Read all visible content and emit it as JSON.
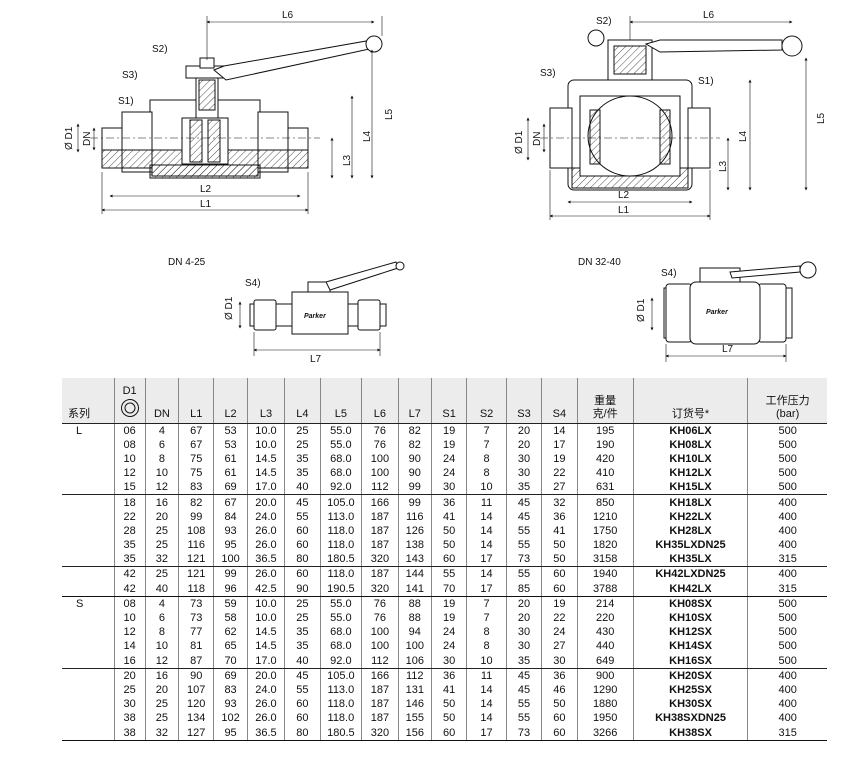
{
  "drawing_labels": {
    "left_top": {
      "L6": "L6",
      "S2": "S2)",
      "S3": "S3)",
      "S1": "S1)",
      "D1": "Ø D1",
      "DN": "DN",
      "L5": "L5",
      "L4": "L4",
      "L3": "L3",
      "L2": "L2",
      "L1": "L1"
    },
    "right_top": {
      "L6": "L6",
      "S2": "S2)",
      "S3": "S3)",
      "S1": "S1)",
      "D1": "Ø D1",
      "DN": "DN",
      "L5": "L5",
      "L4": "L4",
      "L3": "L3",
      "L2": "L2",
      "L1": "L1"
    },
    "small_left": {
      "S4": "S4)",
      "D1": "Ø D1",
      "L7": "L7",
      "brand": "Parker"
    },
    "small_right": {
      "S4": "S4)",
      "D1": "Ø D1",
      "L7": "L7",
      "brand": "Parker"
    }
  },
  "captions": {
    "dn_small": "DN 4-25",
    "dn_large": "DN 32-40"
  },
  "table": {
    "headers": {
      "series": "系列",
      "d1": "D1",
      "dn": "DN",
      "l1": "L1",
      "l2": "L2",
      "l3": "L3",
      "l4": "L4",
      "l5": "L5",
      "l6": "L6",
      "l7": "L7",
      "s1": "S1",
      "s2": "S2",
      "s3": "S3",
      "s4": "S4",
      "weight_line1": "重量",
      "weight_line2": "克/件",
      "order": "订货号*",
      "pressure_line1": "工作压力",
      "pressure_line2": "(bar)"
    },
    "groups": [
      {
        "series": "L",
        "rows": [
          [
            "06",
            "4",
            "67",
            "53",
            "10.0",
            "25",
            "55.0",
            "76",
            "82",
            "19",
            "7",
            "20",
            "14",
            "195",
            "KH06LX",
            "500"
          ],
          [
            "08",
            "6",
            "67",
            "53",
            "10.0",
            "25",
            "55.0",
            "76",
            "82",
            "19",
            "7",
            "20",
            "17",
            "190",
            "KH08LX",
            "500"
          ],
          [
            "10",
            "8",
            "75",
            "61",
            "14.5",
            "35",
            "68.0",
            "100",
            "90",
            "24",
            "8",
            "30",
            "19",
            "420",
            "KH10LX",
            "500"
          ],
          [
            "12",
            "10",
            "75",
            "61",
            "14.5",
            "35",
            "68.0",
            "100",
            "90",
            "24",
            "8",
            "30",
            "22",
            "410",
            "KH12LX",
            "500"
          ],
          [
            "15",
            "12",
            "83",
            "69",
            "17.0",
            "40",
            "92.0",
            "112",
            "99",
            "30",
            "10",
            "35",
            "27",
            "631",
            "KH15LX",
            "500"
          ]
        ]
      },
      {
        "series": "",
        "rows": [
          [
            "18",
            "16",
            "82",
            "67",
            "20.0",
            "45",
            "105.0",
            "166",
            "99",
            "36",
            "11",
            "45",
            "32",
            "850",
            "KH18LX",
            "400"
          ],
          [
            "22",
            "20",
            "99",
            "84",
            "24.0",
            "55",
            "113.0",
            "187",
            "116",
            "41",
            "14",
            "45",
            "36",
            "1210",
            "KH22LX",
            "400"
          ],
          [
            "28",
            "25",
            "108",
            "93",
            "26.0",
            "60",
            "118.0",
            "187",
            "126",
            "50",
            "14",
            "55",
            "41",
            "1750",
            "KH28LX",
            "400"
          ],
          [
            "35",
            "25",
            "116",
            "95",
            "26.0",
            "60",
            "118.0",
            "187",
            "138",
            "50",
            "14",
            "55",
            "50",
            "1820",
            "KH35LXDN25",
            "400"
          ],
          [
            "35",
            "32",
            "121",
            "100",
            "36.5",
            "80",
            "180.5",
            "320",
            "143",
            "60",
            "17",
            "73",
            "50",
            "3158",
            "KH35LX",
            "315"
          ]
        ]
      },
      {
        "series": "",
        "rows": [
          [
            "42",
            "25",
            "121",
            "99",
            "26.0",
            "60",
            "118.0",
            "187",
            "144",
            "55",
            "14",
            "55",
            "60",
            "1940",
            "KH42LXDN25",
            "400"
          ],
          [
            "42",
            "40",
            "118",
            "96",
            "42.5",
            "90",
            "190.5",
            "320",
            "141",
            "70",
            "17",
            "85",
            "60",
            "3788",
            "KH42LX",
            "315"
          ]
        ]
      },
      {
        "series": "S",
        "rows": [
          [
            "08",
            "4",
            "73",
            "59",
            "10.0",
            "25",
            "55.0",
            "76",
            "88",
            "19",
            "7",
            "20",
            "19",
            "214",
            "KH08SX",
            "500"
          ],
          [
            "10",
            "6",
            "73",
            "58",
            "10.0",
            "25",
            "55.0",
            "76",
            "88",
            "19",
            "7",
            "20",
            "22",
            "220",
            "KH10SX",
            "500"
          ],
          [
            "12",
            "8",
            "77",
            "62",
            "14.5",
            "35",
            "68.0",
            "100",
            "94",
            "24",
            "8",
            "30",
            "24",
            "430",
            "KH12SX",
            "500"
          ],
          [
            "14",
            "10",
            "81",
            "65",
            "14.5",
            "35",
            "68.0",
            "100",
            "100",
            "24",
            "8",
            "30",
            "27",
            "440",
            "KH14SX",
            "500"
          ],
          [
            "16",
            "12",
            "87",
            "70",
            "17.0",
            "40",
            "92.0",
            "112",
            "106",
            "30",
            "10",
            "35",
            "30",
            "649",
            "KH16SX",
            "500"
          ]
        ]
      },
      {
        "series": "",
        "rows": [
          [
            "20",
            "16",
            "90",
            "69",
            "20.0",
            "45",
            "105.0",
            "166",
            "112",
            "36",
            "11",
            "45",
            "36",
            "900",
            "KH20SX",
            "400"
          ],
          [
            "25",
            "20",
            "107",
            "83",
            "24.0",
            "55",
            "113.0",
            "187",
            "131",
            "41",
            "14",
            "45",
            "46",
            "1290",
            "KH25SX",
            "400"
          ],
          [
            "30",
            "25",
            "120",
            "93",
            "26.0",
            "60",
            "118.0",
            "187",
            "146",
            "50",
            "14",
            "55",
            "50",
            "1880",
            "KH30SX",
            "400"
          ],
          [
            "38",
            "25",
            "134",
            "102",
            "26.0",
            "60",
            "118.0",
            "187",
            "155",
            "50",
            "14",
            "55",
            "60",
            "1950",
            "KH38SXDN25",
            "400"
          ],
          [
            "38",
            "32",
            "127",
            "95",
            "36.5",
            "80",
            "180.5",
            "320",
            "156",
            "60",
            "17",
            "73",
            "60",
            "3266",
            "KH38SX",
            "315"
          ]
        ]
      }
    ]
  }
}
